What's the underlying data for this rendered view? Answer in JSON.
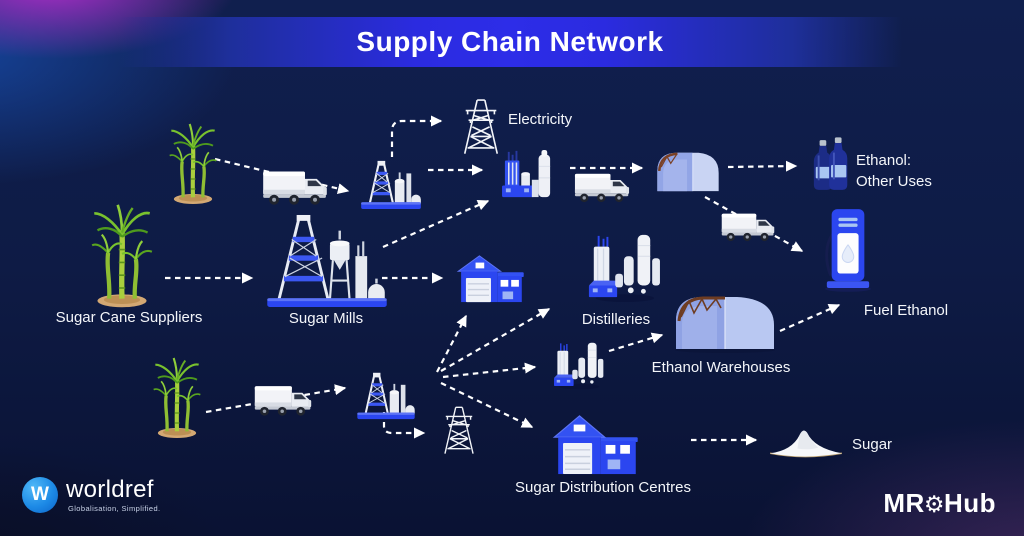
{
  "title": "Supply Chain Network",
  "nodes": {
    "electricity": {
      "label": "Electricity"
    },
    "ethanol_other_uses": {
      "label_line1": "Ethanol:",
      "label_line2": "Other Uses"
    },
    "fuel_ethanol": {
      "label": "Fuel Ethanol"
    },
    "sugar_cane_suppliers": {
      "label": "Sugar Cane Suppliers"
    },
    "sugar_mills": {
      "label": "Sugar Mills"
    },
    "distilleries": {
      "label": "Distilleries"
    },
    "ethanol_warehouses": {
      "label": "Ethanol Warehouses"
    },
    "sugar_distribution_centres": {
      "label": "Sugar Distribution Centres"
    },
    "sugar": {
      "label": "Sugar"
    }
  },
  "branding": {
    "worldref": {
      "monogram": "W",
      "name": "worldref",
      "tagline": "Globalisation, Simplified."
    },
    "mrohub": {
      "prefix": "MR",
      "gear_icon": "⚙",
      "suffix": "Hub"
    }
  },
  "colors": {
    "background_navy": "#0e1b45",
    "title_bar_blue": "#2b2be0",
    "accent_blue": "#2b46f0",
    "arrow_white": "#ffffff",
    "cane_green": "#7cc42e",
    "warehouse_periwinkle": "#b9c8f2",
    "truss_brown": "#6e3c22"
  }
}
